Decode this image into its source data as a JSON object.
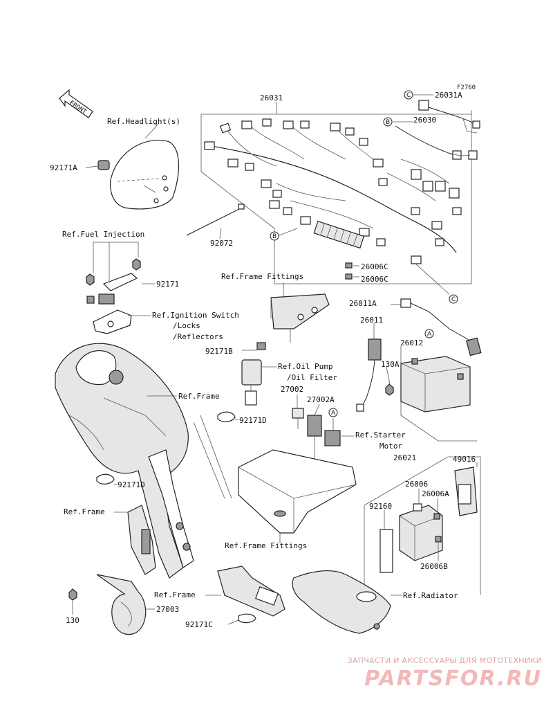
{
  "diagram_code": "F2760",
  "front_label": "FRONT",
  "callouts": {
    "c26031": "26031",
    "c26031A": "26031A",
    "c26030": "26030",
    "c92171A": "92171A",
    "c92072": "92072",
    "c26006C_1": "26006C",
    "c26006C_2": "26006C",
    "c92171": "92171",
    "c26011A": "26011A",
    "c26011": "26011",
    "c26012": "26012",
    "c130A": "130A",
    "c92171B": "92171B",
    "c27002": "27002",
    "c27002A": "27002A",
    "c92171D_1": "92171D",
    "c92171D_2": "92171D",
    "c26021": "26021",
    "c49016": "49016",
    "c26006": "26006",
    "c26006A": "26006A",
    "c92160": "92160",
    "c26006B": "26006B",
    "c130": "130",
    "c27003": "27003",
    "c92171C": "92171C"
  },
  "refs": {
    "headlight": "Ref.Headlight(s)",
    "fuel_injection": "Ref.Fuel Injection",
    "frame_fittings_top": "Ref.Frame Fittings",
    "ignition_1": "Ref.Ignition Switch",
    "ignition_2": "/Locks",
    "ignition_3": "/Reflectors",
    "oil_pump_1": "Ref.Oil Pump",
    "oil_pump_2": "/Oil Filter",
    "frame_1": "Ref.Frame",
    "starter_1": "Ref.Starter",
    "starter_2": "Motor",
    "frame_2": "Ref.Frame",
    "frame_fittings_bottom": "Ref.Frame Fittings",
    "frame_3": "Ref.Frame",
    "radiator": "Ref.Radiator"
  },
  "markers": {
    "c1": "C",
    "c2": "C",
    "b1": "B",
    "b2": "B",
    "a1": "A",
    "a2": "A"
  },
  "watermark": {
    "top": "ЗАПЧАСТИ И АКСЕССУАРЫ ДЛЯ МОТОТЕХНИКИ",
    "logo": "PARTSFOR.RU"
  },
  "colors": {
    "watermark": "#f2b8b8",
    "line": "#222222"
  }
}
